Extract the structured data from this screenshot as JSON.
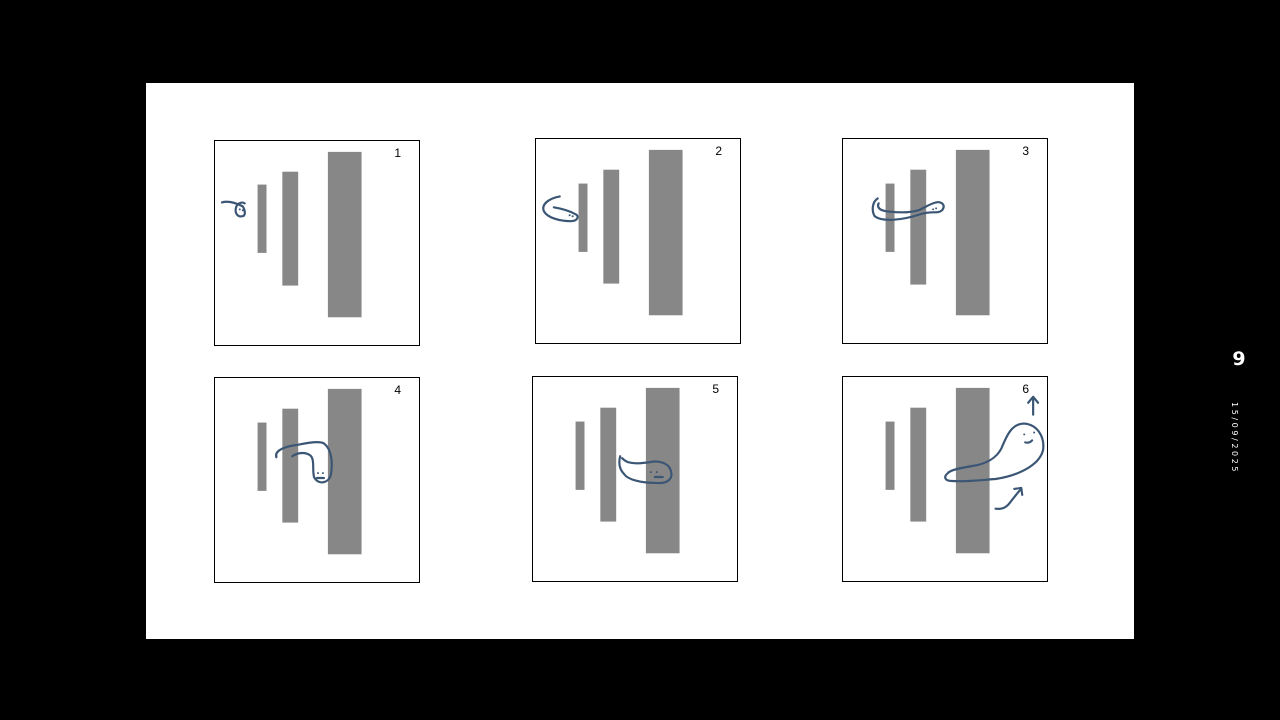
{
  "presentation": {
    "page_number": "9",
    "date": "15/09/2025"
  },
  "panels": [
    {
      "number": "1"
    },
    {
      "number": "2"
    },
    {
      "number": "3"
    },
    {
      "number": "4"
    },
    {
      "number": "5"
    },
    {
      "number": "6"
    }
  ],
  "colors": {
    "background": "#000000",
    "slide": "#ffffff",
    "barrier": "#878787",
    "creature_stroke": "#3b5675"
  }
}
